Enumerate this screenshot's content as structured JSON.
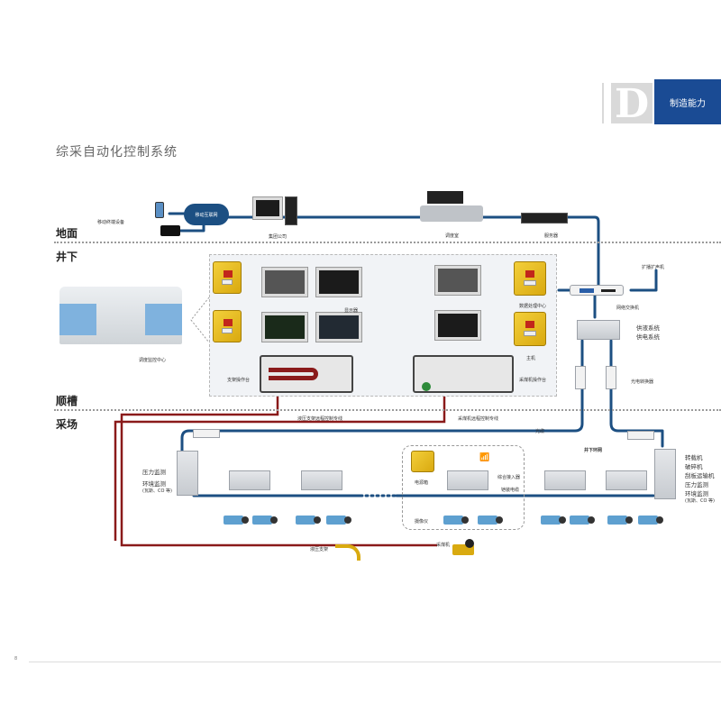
{
  "header": {
    "section_letter": "D",
    "section_label": "制造能力",
    "page_title": "综采自动化控制系统",
    "accent_color": "#1a4b94"
  },
  "zones": [
    "地面",
    "井下",
    "顺槽",
    "采场"
  ],
  "surface": {
    "mobile_devices_label": "移动终端设备",
    "cloud_label": "移动互联网",
    "office_label": "集团公司",
    "dispatch_label": "调度室",
    "server_label": "服务器"
  },
  "underground": {
    "center_label": "调度监控中心",
    "display_label": "显示器",
    "support_console_label": "支架操作台",
    "data_center_label": "数据处理中心",
    "host_label": "主机",
    "shearer_console_label": "采煤机操作台",
    "broadcast_label": "扩播扩声机",
    "network_switch_label": "网络交换机",
    "systems": [
      "供液系统",
      "供电系统"
    ],
    "optical_label": "光电转换器"
  },
  "gateway": {
    "support_line_label": "液压支架远程控制专线",
    "shearer_line_label": "采煤机远程控制专线",
    "fiber_label": "光缆",
    "ring_label": "井下环网"
  },
  "face": {
    "left_monitors": [
      "压力监测",
      "环境监测",
      "(瓦斯、CO 等)"
    ],
    "right_devices": [
      "转载机",
      "破碎机",
      "刮板运输机",
      "压力监测",
      "环境监测",
      "(瓦斯、CO 等)"
    ],
    "power_box_label": "电源箱",
    "access_label": "综合接入器",
    "cable_label": "铠装电缆",
    "camera_label": "摄像仪",
    "hydraulic_support_label": "液压支架",
    "shearer_label": "采煤机"
  },
  "footer": {
    "page_number": "8"
  }
}
